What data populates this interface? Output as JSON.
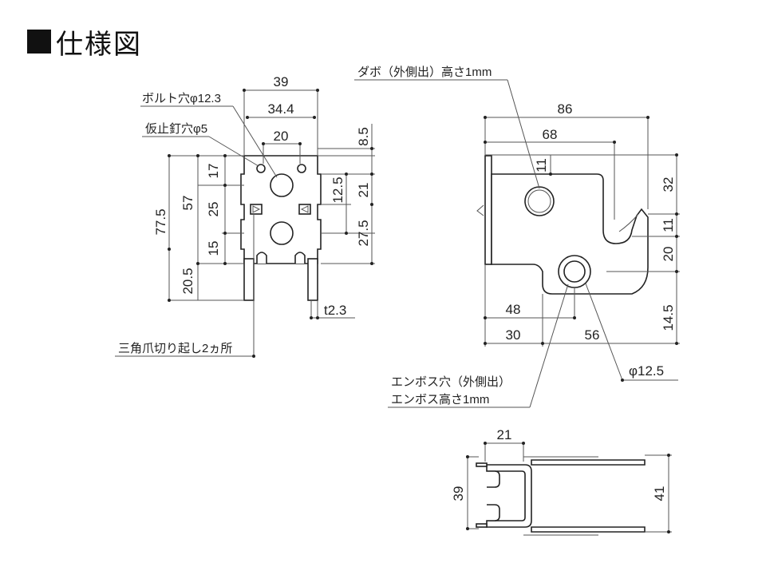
{
  "header": {
    "title": "仕様図"
  },
  "front_view": {
    "dims_top": [
      "39",
      "34.4",
      "20"
    ],
    "dims_right": [
      "8.5",
      "12.5",
      "21",
      "27.5"
    ],
    "dims_left": [
      "17",
      "57",
      "25",
      "77.5",
      "15",
      "20.5"
    ],
    "dim_thickness": "t2.3",
    "label_bolt_hole": "ボルト穴φ12.3",
    "label_nail_hole": "仮止釘穴φ5",
    "label_tabs": "三角爪切り起し2ヵ所"
  },
  "side_view": {
    "label_dowel": "ダボ（外側出）高さ1mm",
    "dims_top": [
      "86",
      "68"
    ],
    "dim_11_top": "11",
    "dims_right": [
      "32",
      "11",
      "20",
      "14.5"
    ],
    "dims_bottom": [
      "48",
      "30",
      "56"
    ],
    "dim_diameter": "φ12.5",
    "label_emboss_hole": "エンボス穴（外側出）",
    "label_emboss_height": "エンボス高さ1mm"
  },
  "bottom_view": {
    "dim_top": "21",
    "dim_left": "39",
    "dim_right": "41"
  }
}
